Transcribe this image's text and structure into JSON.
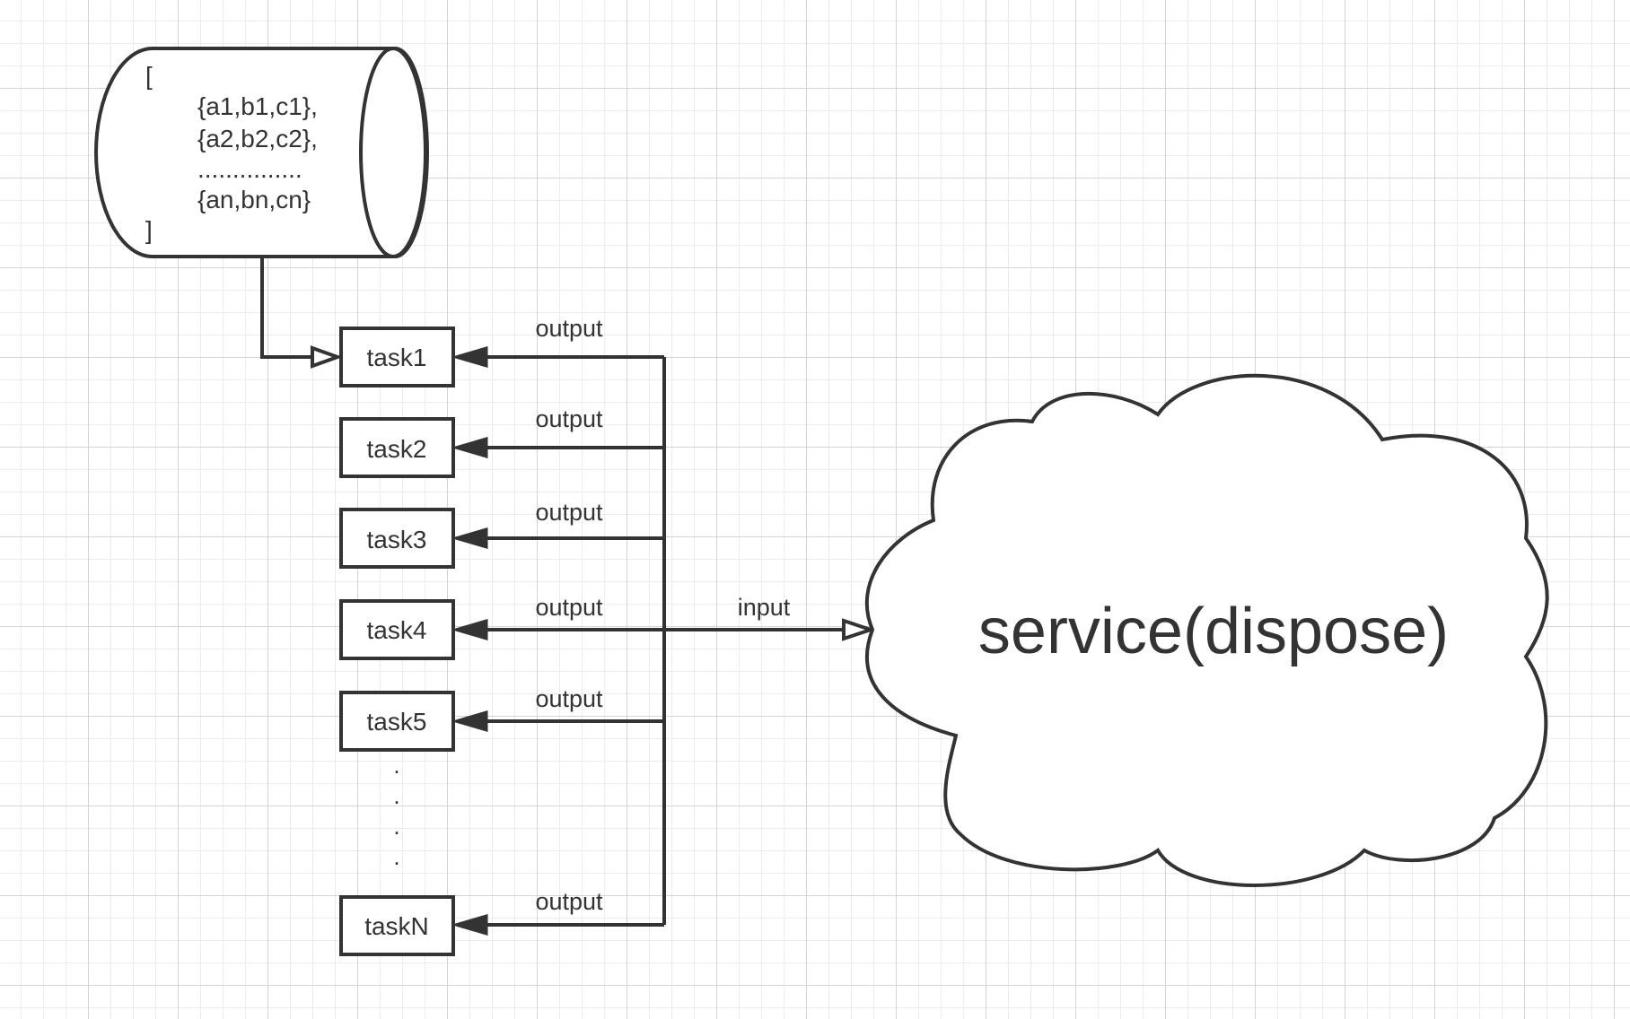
{
  "database": {
    "open_bracket": "[",
    "rows": [
      "{a1,b1,c1},",
      "{a2,b2,c2},",
      "...............",
      "{an,bn,cn}"
    ],
    "close_bracket": "]"
  },
  "tasks": [
    "task1",
    "task2",
    "task3",
    "task4",
    "task5",
    "taskN"
  ],
  "ellipsis": ".",
  "edge_labels": {
    "output": "output",
    "input": "input"
  },
  "service": {
    "label": "service(dispose)"
  }
}
